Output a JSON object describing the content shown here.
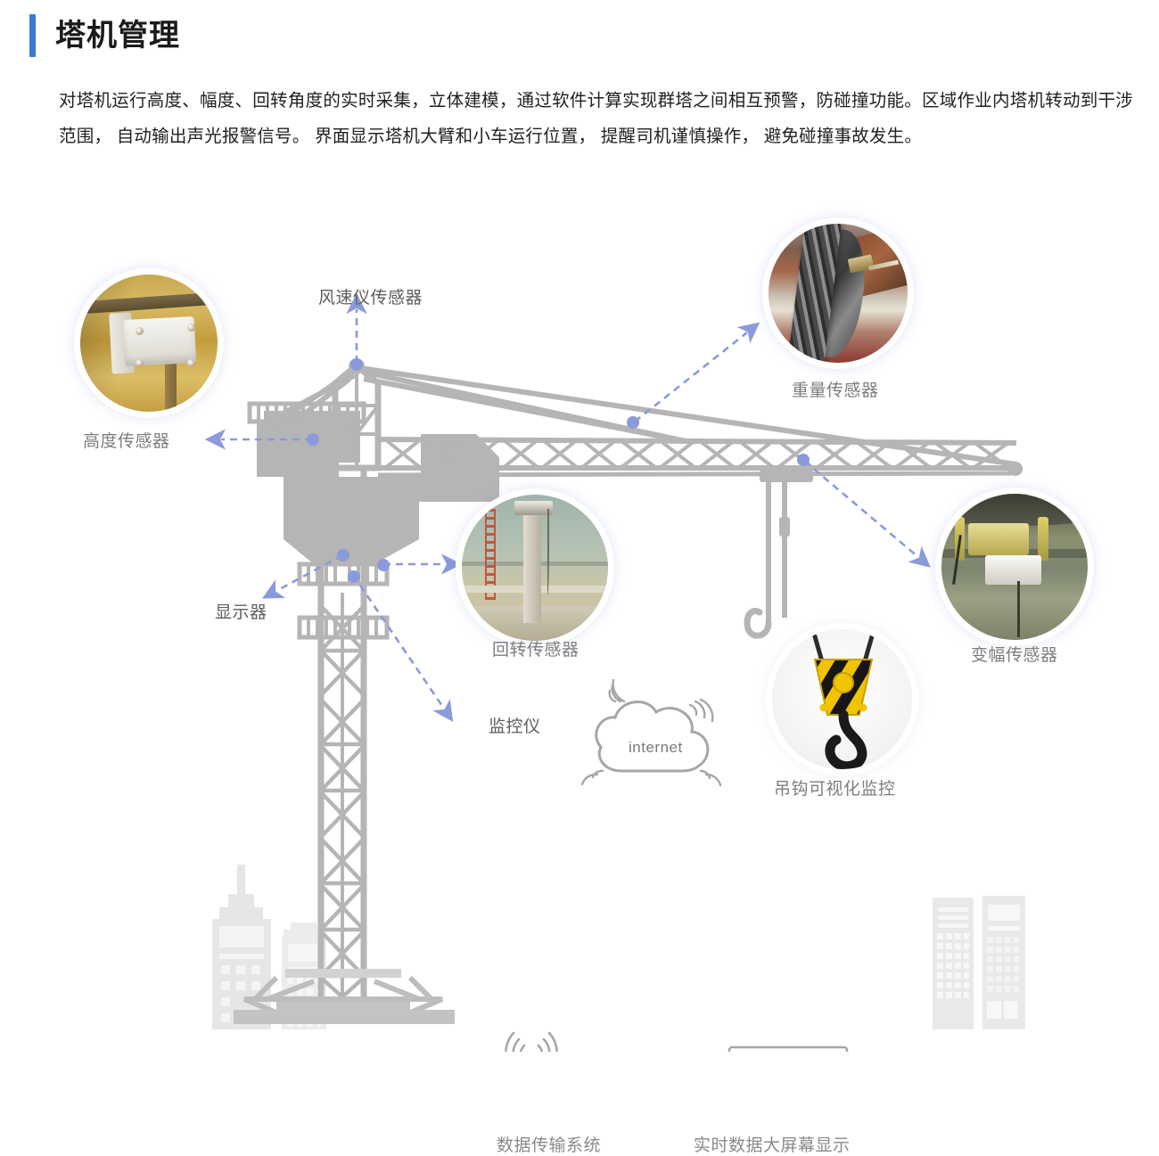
{
  "header": {
    "title": "塔机管理",
    "accent_color": "#3c78d8",
    "description": "对塔机运行高度、幅度、回转角度的实时采集，立体建模，通过软件计算实现群塔之间相互预警，防碰撞功能。区域作业内塔机转动到干涉范围， 自动输出声光报警信号。 界面显示塔机大臂和小车运行位置， 提醒司机谨慎操作， 避免碰撞事故发生。"
  },
  "diagram": {
    "arrow_color": "#8a9ada",
    "structure_color": "#b4b4b4",
    "label_color": "#7d7d7d",
    "photo_callouts": [
      {
        "id": "height-sensor",
        "label": "高度传感器",
        "photo": "height-sensor-photo"
      },
      {
        "id": "weight-sensor",
        "label": "重量传感器",
        "photo": "weight-sensor-photo"
      },
      {
        "id": "rotation-sensor",
        "label": "回转传感器",
        "photo": "rotation-sensor-photo"
      },
      {
        "id": "amplitude-sensor",
        "label": "变幅传感器",
        "photo": "amplitude-sensor-photo"
      },
      {
        "id": "hook-monitor",
        "label": "吊钩可视化监控",
        "photo": "crane-hook-photo"
      }
    ],
    "text_callouts": [
      {
        "id": "anemometer",
        "label": "风速仪传感器"
      },
      {
        "id": "display",
        "label": "显示器"
      },
      {
        "id": "monitor",
        "label": "监控仪"
      }
    ],
    "system_icons": [
      {
        "id": "data-transmission",
        "label": "数据传输系统",
        "icon": "router-antenna-icon"
      },
      {
        "id": "big-screen",
        "label": "实时数据大屏幕显示",
        "icon": "monitor-chart-icon"
      }
    ],
    "cloud": {
      "label": "internet",
      "icon": "cloud-wifi-icon"
    }
  }
}
